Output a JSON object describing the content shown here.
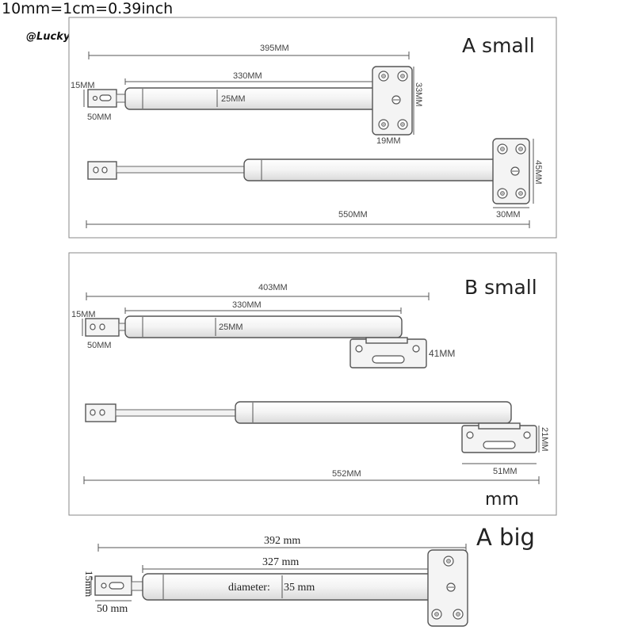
{
  "header": {
    "conversion": "10mm=1cm=0.39inch",
    "brand": "@LuckyHome@"
  },
  "panel_a": {
    "title": "A small",
    "top": {
      "overall": "395MM",
      "body_length": "330MM",
      "diameter": "25MM",
      "end_height": "15MM",
      "end_width": "50MM",
      "plate_height": "33MM",
      "plate_width": "19MM"
    },
    "bottom": {
      "overall": "550MM",
      "plate_height": "45MM",
      "plate_width": "30MM"
    }
  },
  "panel_b": {
    "title": "B small",
    "unit": "mm",
    "top": {
      "overall": "403MM",
      "body_length": "330MM",
      "diameter": "25MM",
      "end_height": "15MM",
      "end_width": "50MM",
      "plate_height": "41MM"
    },
    "bottom": {
      "overall": "552MM",
      "plate_height": "21MM",
      "plate_width": "51MM"
    }
  },
  "panel_big": {
    "title": "A big",
    "overall": "392 mm",
    "body_length": "327 mm",
    "diameter_label": "diameter:",
    "diameter": "35 mm",
    "end_height": "15mm",
    "end_width": "50 mm"
  }
}
